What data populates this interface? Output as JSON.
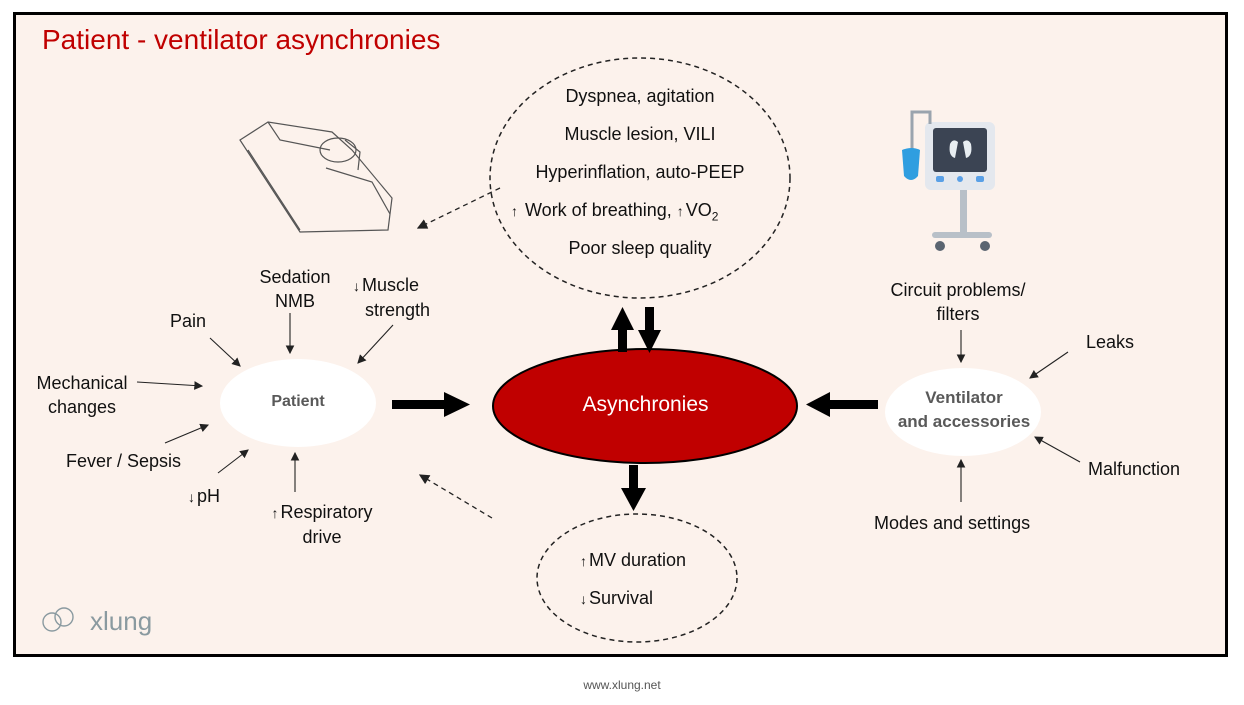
{
  "title": "Patient - ventilator asynchronies",
  "effects": {
    "items": [
      "Dyspnea, agitation",
      "Muscle lesion, VILI",
      "Hyperinflation, auto-PEEP",
      "Work of breathing,",
      "Poor sleep quality"
    ],
    "vo2": "VO",
    "vo2_sub": "2"
  },
  "nodes": {
    "patient": "Patient",
    "asynchronies": "Asynchronies",
    "ventilator_line1": "Ventilator",
    "ventilator_line2": "and accessories"
  },
  "patient_factors": {
    "sedation": "Sedation",
    "nmb": "NMB",
    "muscle": "Muscle",
    "strength": "strength",
    "pain": "Pain",
    "mechanical": "Mechanical",
    "changes": "changes",
    "fever": "Fever / Sepsis",
    "ph": "pH",
    "respiratory": "Respiratory",
    "drive": "drive"
  },
  "ventilator_factors": {
    "circuit": "Circuit problems/",
    "filters": "filters",
    "leaks": "Leaks",
    "malfunction": "Malfunction",
    "modes": "Modes and settings"
  },
  "outcomes": {
    "mv": "MV duration",
    "survival": "Survival"
  },
  "brand": "xlung",
  "footer": "www.xlung.net",
  "colors": {
    "title": "#c00000",
    "asynchronies_fill": "#c00000",
    "background": "#fcf2ec"
  }
}
